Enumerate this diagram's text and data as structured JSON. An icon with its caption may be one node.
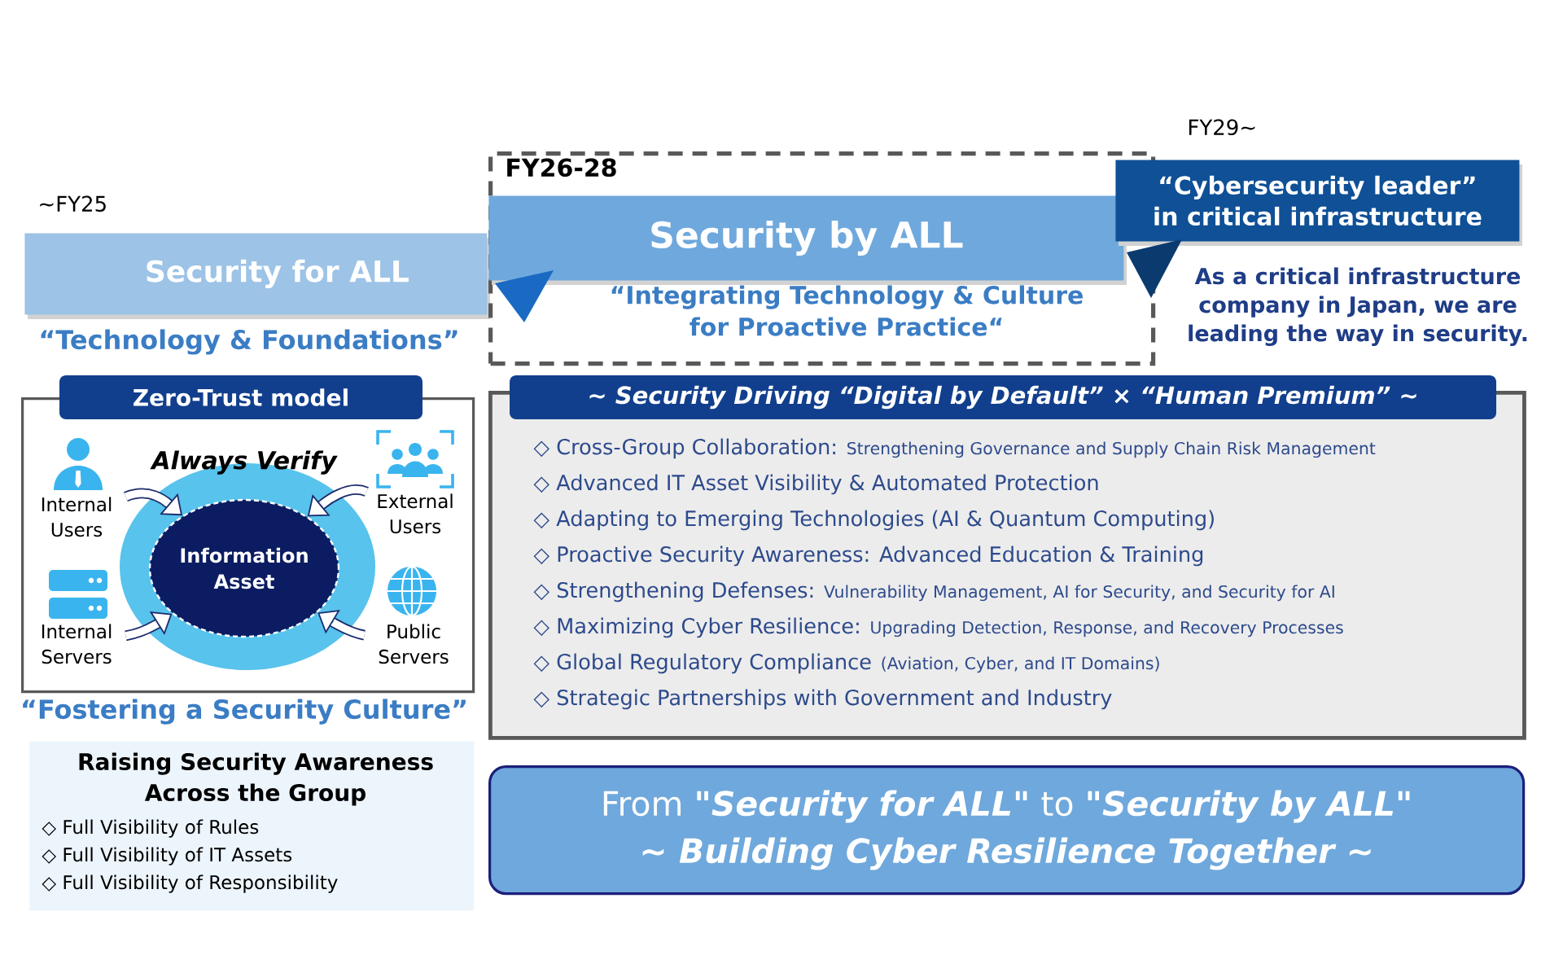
{
  "diagram": {
    "nodes": [
      {
        "text": [
          "∼FY25",
          "Security for ALL"
        ],
        "beside": [
          "“Technology & Foundations”"
        ]
      },
      {
        "text": [
          "FY26-28"
        ]
      },
      {
        "text": [
          "Security by ALL"
        ],
        "in": 1,
        "beside": [
          "“Integrating Technology & Culture for Proactive Practice“"
        ]
      },
      {
        "text": [
          "FY29∼",
          "“Cybersecurity leader” in critical infrastructure"
        ],
        "beside": [
          "As a critical infrastructure company in Japan, we are leading the way in security."
        ]
      },
      {
        "text": [
          "Zero-Trust model"
        ],
        "beside": [
          "“Fostering a Security Culture”"
        ]
      },
      {
        "text": [
          "Always Verify"
        ],
        "in": 4
      },
      {
        "text": [
          "Information Asset"
        ],
        "in": 5
      },
      {
        "text": [
          "Internal Users"
        ],
        "in": 4
      },
      {
        "text": [
          "External Users"
        ],
        "in": 4
      },
      {
        "text": [
          "Internal Servers"
        ],
        "in": 4
      },
      {
        "text": [
          "Public Servers"
        ],
        "in": 4
      },
      {
        "text": [
          "∼ Security Driving “Digital by Default” × “Human Premium” ∼",
          "◇ Cross-Group Collaboration:",
          "Strengthening Governance and Supply Chain Risk Management",
          "◇ Advanced IT Asset Visibility & Automated Protection",
          "◇ Adapting to Emerging Technologies (AI & Quantum Computing)",
          "◇ Proactive Security Awareness: Advanced Education & Training",
          "◇ Strengthening Defenses:",
          "Vulnerability Management, AI for Security, and Security for AI",
          "◇ Maximizing Cyber Resilience:",
          "Upgrading Detection, Response, and Recovery Processes",
          "◇ Global Regulatory Compliance",
          "(Aviation, Cyber, and IT Domains)",
          "◇ Strategic Partnerships with Government and Industry"
        ]
      },
      {
        "text": [
          "Raising Security Awareness Across the Group",
          "◇ Full Visibility of Rules",
          "◇ Full Visibility of IT Assets",
          "◇ Full Visibility of Responsibility"
        ]
      },
      {
        "text": [
          "From **\"Security for ALL\"** to **\"Security by ALL\"**",
          "∼ Building Cyber Resilience Together ∼"
        ]
      }
    ],
    "edges": [
      {
        "from": 7,
        "to": 6,
        "arrow": "to"
      },
      {
        "from": 8,
        "to": 6,
        "arrow": "to"
      },
      {
        "from": 9,
        "to": 6,
        "arrow": "to"
      },
      {
        "from": 10,
        "to": 6,
        "arrow": "to"
      }
    ]
  }
}
